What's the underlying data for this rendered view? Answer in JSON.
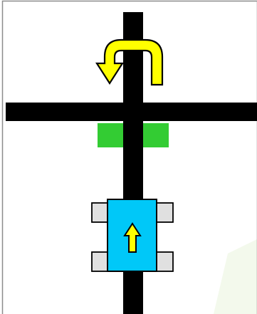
{
  "colors": {
    "background": "#ffffff",
    "watermark": "#f3f9ec",
    "frame": "#8c8c8c",
    "road": "#000000",
    "marker": "#33cc33",
    "arrow_fill": "#ffff00",
    "arrow_outline": "#000000",
    "robot_body": "#00c8f8",
    "robot_wheel": "#e0e0e0",
    "robot_arrow": "#ffff00"
  },
  "icons": {
    "turn_instruction": "u-turn-arrow-icon",
    "robot_heading": "up-arrow-icon"
  },
  "scene": {
    "instruction": "u-turn",
    "robot_heading": "up",
    "markers": 2
  }
}
